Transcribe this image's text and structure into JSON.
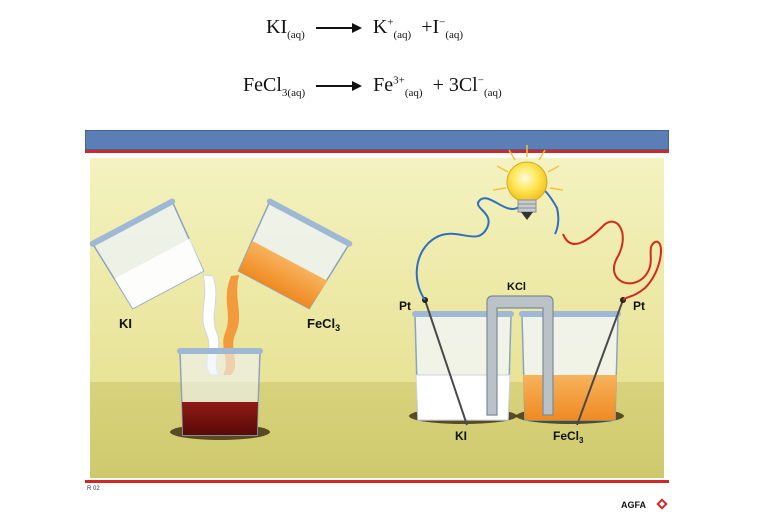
{
  "equations": [
    {
      "reactant": "KI",
      "reactant_state": "(aq)",
      "product1": "K",
      "product1_charge": "+",
      "product1_state": "(aq)",
      "product2": "I",
      "product2_charge": "−",
      "product2_state": "(aq)"
    },
    {
      "reactant": "FeCl",
      "reactant_sub": "3",
      "reactant_state": "(aq)",
      "product1": "Fe",
      "product1_charge": "3+",
      "product1_state": "(aq)",
      "product2": "3Cl",
      "product2_charge": "−",
      "product2_state": "(aq)"
    }
  ],
  "labels": {
    "ki_left": "KI",
    "fecl3_left": "FeCl",
    "fecl3_left_sub": "3",
    "pt_left": "Pt",
    "pt_right": "Pt",
    "kcl": "KCl",
    "ki_bottom": "KI",
    "fecl3_bottom": "FeCl",
    "fecl3_bottom_sub": "3"
  },
  "footer": {
    "code": "R 02",
    "brand": "AGFA"
  },
  "colors": {
    "header_bar": "#5b7fb4",
    "accent_red": "#d0282a",
    "background_top": "#f0eeb0",
    "background_bottom": "#d4cf78",
    "mixture": "#7a1010",
    "fecl3_solution": "#f59a3c",
    "wire_blue": "#2d6fc0",
    "wire_red": "#d22a1e",
    "bulb": "#ffe34a"
  }
}
